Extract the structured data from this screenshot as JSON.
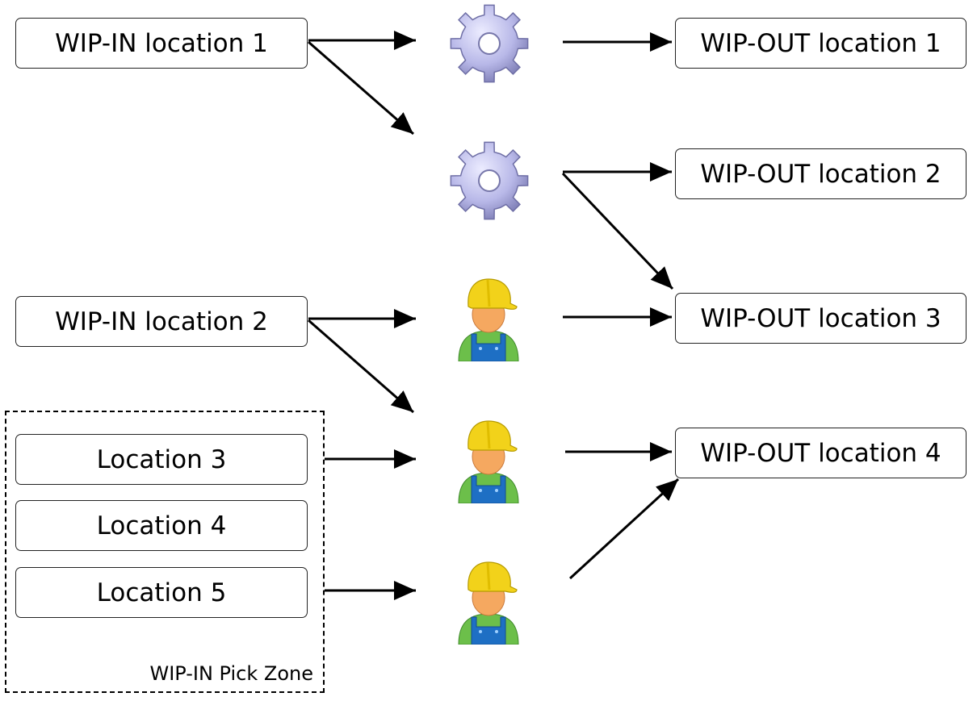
{
  "diagram": {
    "inputs": [
      {
        "id": "in1",
        "label": "WIP-IN location 1"
      },
      {
        "id": "in2",
        "label": "WIP-IN location 2"
      }
    ],
    "pick_zone": {
      "label": "WIP-IN Pick Zone",
      "locations": [
        {
          "id": "loc3",
          "label": "Location 3"
        },
        {
          "id": "loc4",
          "label": "Location 4"
        },
        {
          "id": "loc5",
          "label": "Location 5"
        }
      ]
    },
    "resources": [
      {
        "id": "machine1",
        "type": "machine",
        "icon": "gear-icon"
      },
      {
        "id": "machine2",
        "type": "machine",
        "icon": "gear-icon"
      },
      {
        "id": "worker1",
        "type": "worker",
        "icon": "worker-icon"
      },
      {
        "id": "worker2",
        "type": "worker",
        "icon": "worker-icon"
      },
      {
        "id": "worker3",
        "type": "worker",
        "icon": "worker-icon"
      }
    ],
    "outputs": [
      {
        "id": "out1",
        "label": "WIP-OUT location 1"
      },
      {
        "id": "out2",
        "label": "WIP-OUT location 2"
      },
      {
        "id": "out3",
        "label": "WIP-OUT location 3"
      },
      {
        "id": "out4",
        "label": "WIP-OUT location 4"
      }
    ],
    "edges": [
      {
        "from": "in1",
        "to": "machine1"
      },
      {
        "from": "in1",
        "to": "machine2"
      },
      {
        "from": "machine1",
        "to": "out1"
      },
      {
        "from": "machine2",
        "to": "out2"
      },
      {
        "from": "machine2",
        "to": "out3"
      },
      {
        "from": "in2",
        "to": "worker1"
      },
      {
        "from": "in2",
        "to": "worker2"
      },
      {
        "from": "worker1",
        "to": "out3"
      },
      {
        "from": "loc3",
        "to": "worker2"
      },
      {
        "from": "worker2",
        "to": "out4"
      },
      {
        "from": "loc5",
        "to": "worker3"
      },
      {
        "from": "worker3",
        "to": "out4"
      }
    ],
    "colors": {
      "gear": "#b8b8e8",
      "helmet": "#f2d21a",
      "skin": "#f5a860",
      "shirt": "#6cbf4a",
      "overalls": "#1e6fc4"
    }
  }
}
